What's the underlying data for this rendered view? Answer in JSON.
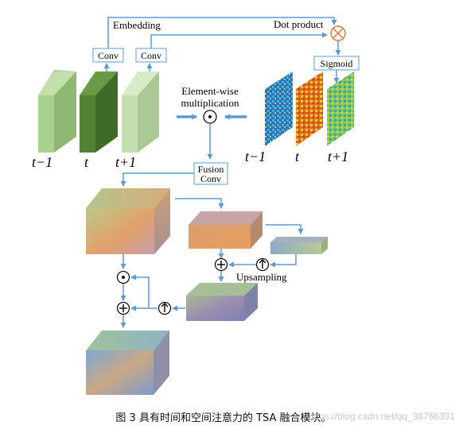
{
  "labels": {
    "embedding": "Embedding",
    "dot_product": "Dot product",
    "conv_left": "Conv",
    "conv_right": "Conv",
    "sigmoid": "Sigmoid",
    "elementwise_line1": "Element-wise",
    "elementwise_line2": "multiplication",
    "fusion_line1": "Fusion",
    "fusion_line2": "Conv",
    "upsampling": "Upsampling"
  },
  "frames_left": [
    "t−1",
    "t",
    "t+1"
  ],
  "frames_right": [
    "t−1",
    "t",
    "t+1"
  ],
  "caption": "图 3 具有时间和空间注意力的 TSA 融合模块。",
  "watermark": "https://blog.csdn.net/qq_38766331",
  "colors": {
    "arrow": "#5b9bd5",
    "frame_light": "#a9d18e",
    "frame_dark": "#548235",
    "multiply_circle": "#e07a3f"
  }
}
